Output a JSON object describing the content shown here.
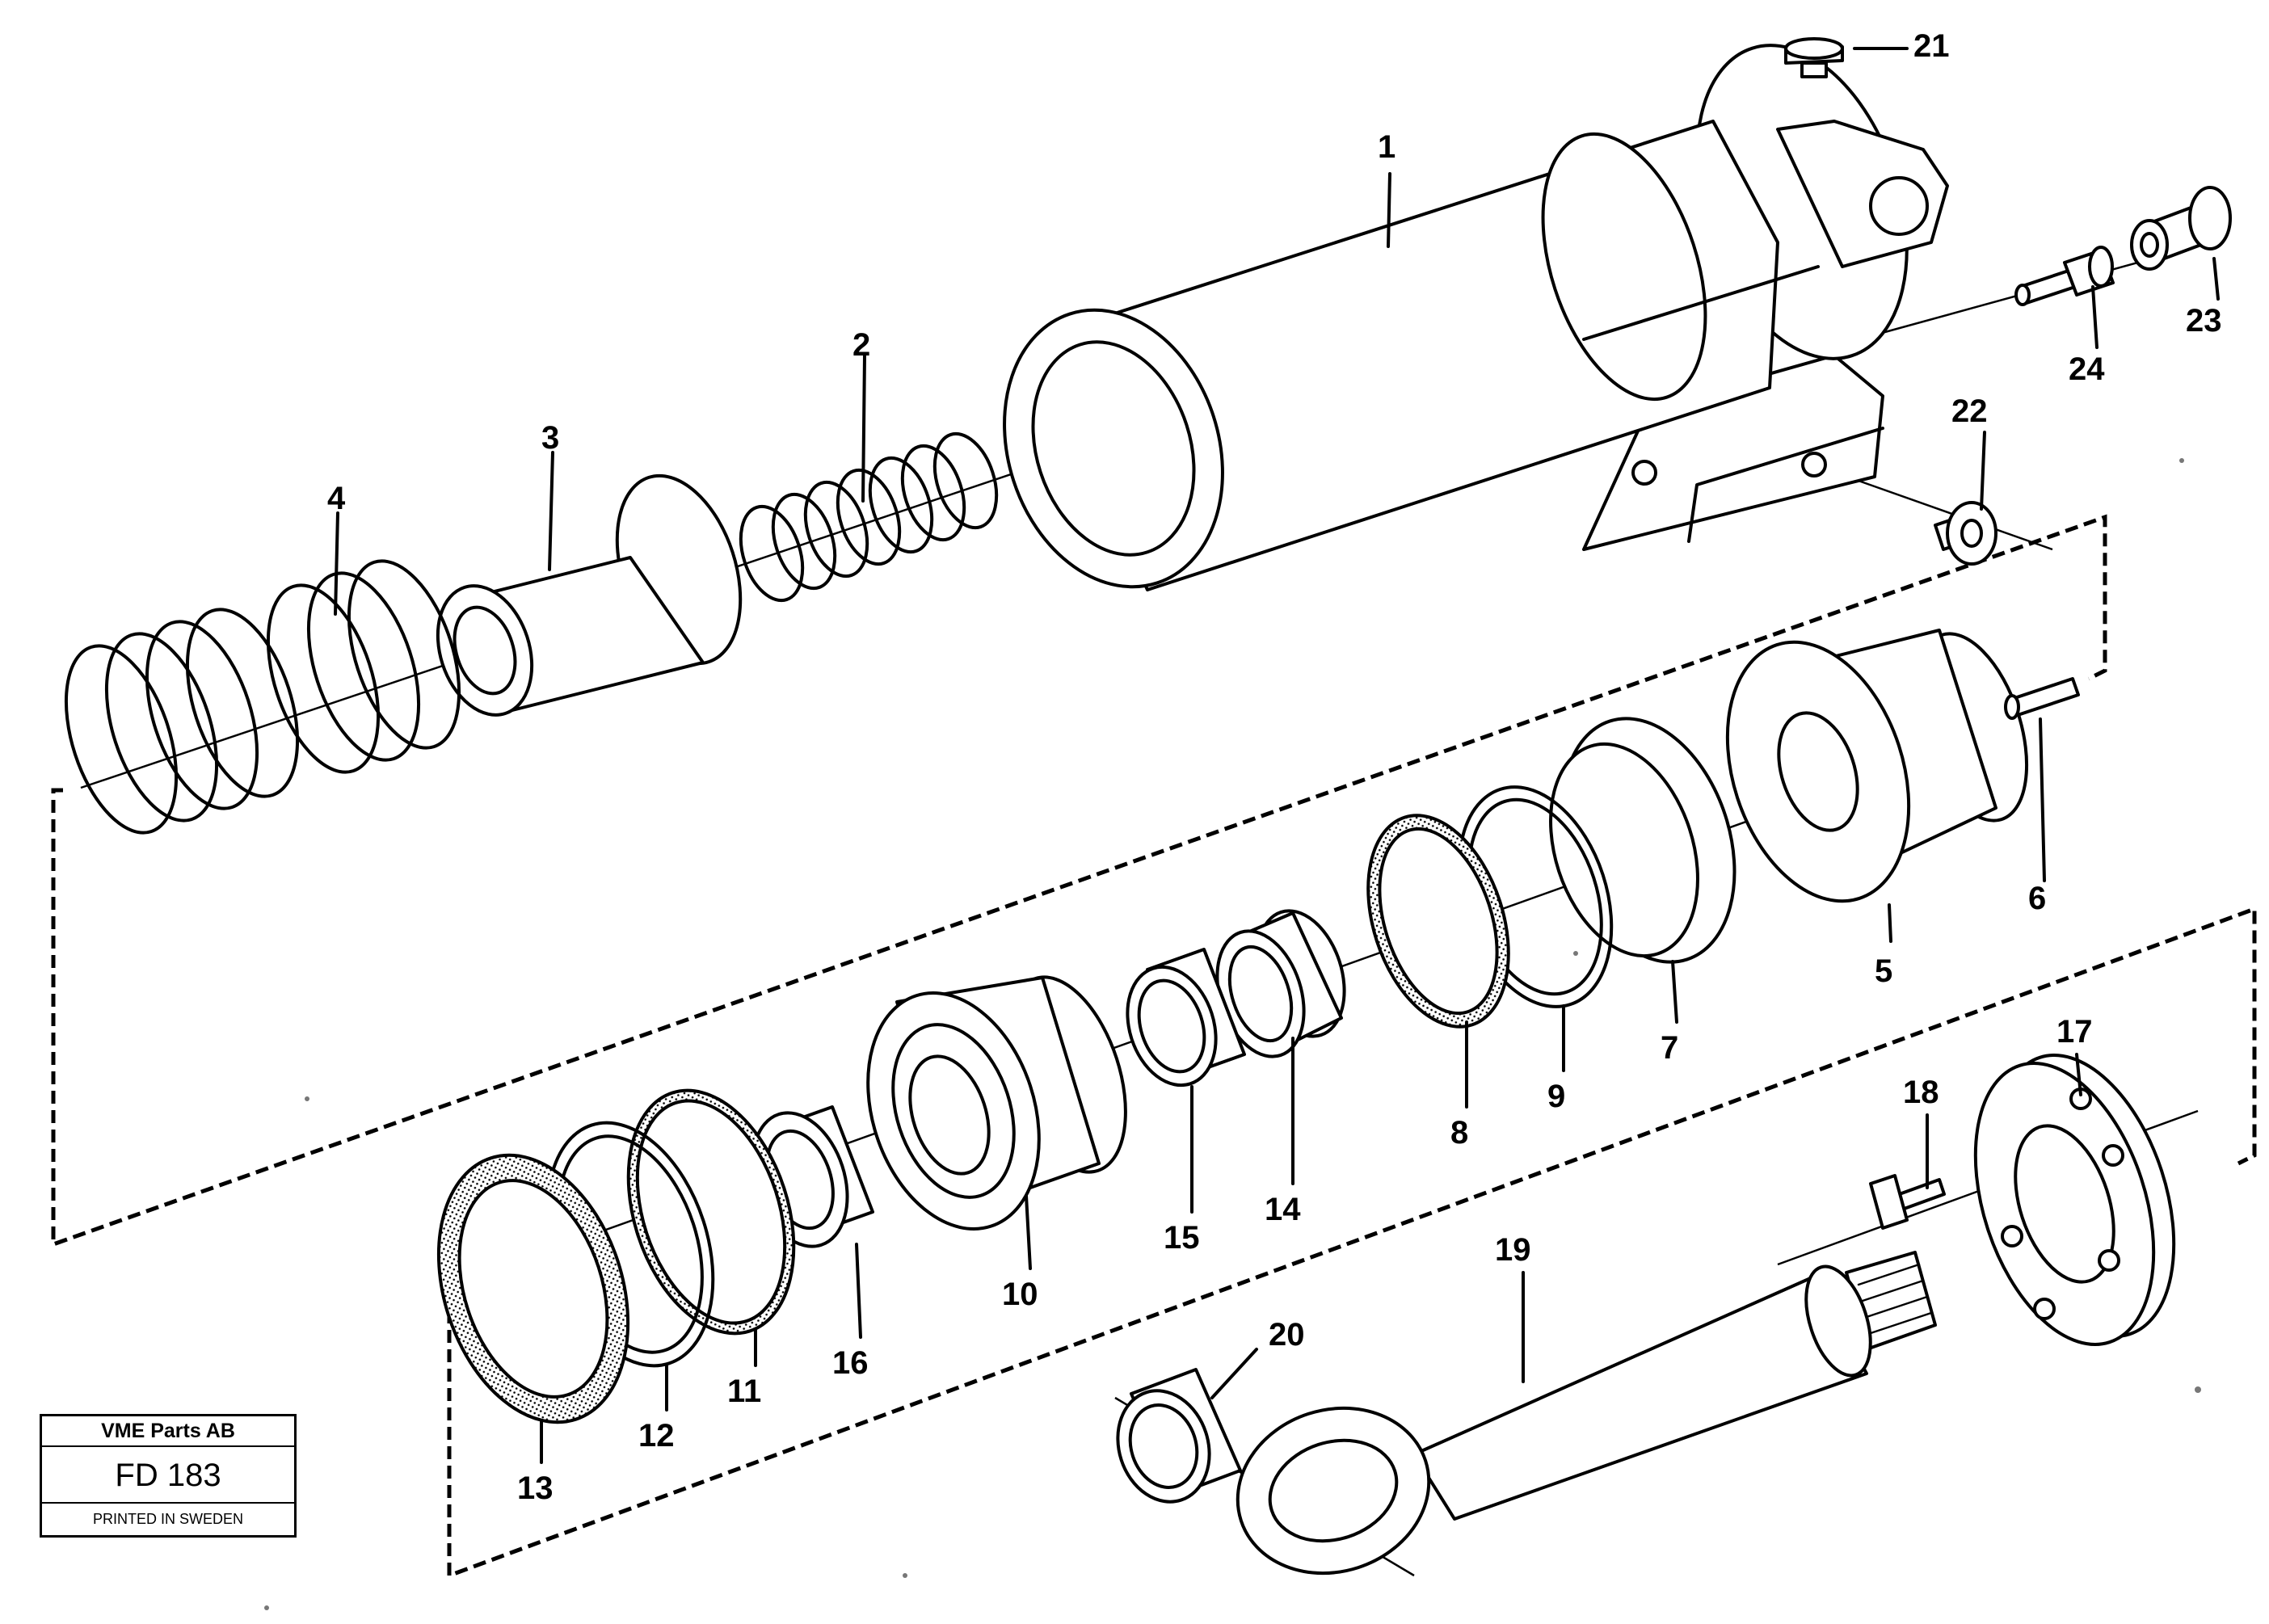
{
  "title_block": {
    "company": "VME Parts AB",
    "drawing_code": "FD 183",
    "note": "PRINTED IN SWEDEN"
  },
  "callouts": [
    "1",
    "2",
    "3",
    "4",
    "5",
    "6",
    "7",
    "8",
    "9",
    "10",
    "11",
    "12",
    "13",
    "14",
    "15",
    "16",
    "17",
    "18",
    "19",
    "20",
    "21",
    "22",
    "23",
    "24"
  ]
}
